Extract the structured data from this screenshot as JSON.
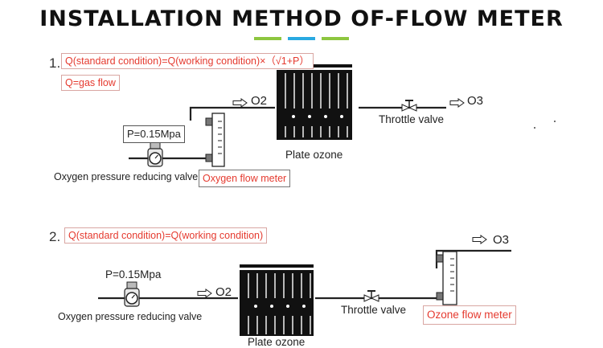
{
  "title": "INSTALLATION METHOD OF-FLOW METER",
  "colors": {
    "accent_green": "#8dc63f",
    "accent_blue": "#29a9e1",
    "formula_red": "#e53a2f",
    "box_border": "#d9a6a2"
  },
  "method1": {
    "number": "1.",
    "formula": "Q(standard condition)=Q(working condition)×（√1+P）",
    "gas_flow": "Q=gas flow",
    "pressure": "P=0.15Mpa",
    "reducing_valve_label": "Oxygen pressure reducing valve",
    "flow_meter_label": "Oxygen flow meter",
    "o2_label": "O2",
    "ozone_label": "Plate ozone",
    "throttle_label": "Throttle valve",
    "o3_label": "O3"
  },
  "method2": {
    "number": "2.",
    "formula": "Q(standard condition)=Q(working condition)",
    "pressure": "P=0.15Mpa",
    "reducing_valve_label": "Oxygen pressure reducing valve",
    "o2_label": "O2",
    "ozone_label": "Plate ozone",
    "throttle_label": "Throttle valve",
    "o3_label": "O3",
    "flow_meter_label": "Ozone flow meter"
  }
}
